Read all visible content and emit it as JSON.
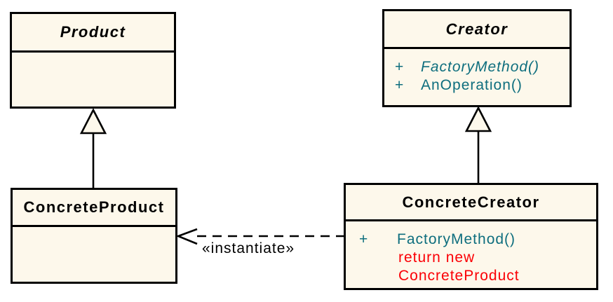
{
  "classes": {
    "product": {
      "name": "Product"
    },
    "creator": {
      "name": "Creator",
      "members": [
        {
          "visibility": "+",
          "text": "FactoryMethod()"
        },
        {
          "visibility": "+",
          "text": "AnOperation()"
        }
      ]
    },
    "concrete_product": {
      "name": "ConcreteProduct"
    },
    "concrete_creator": {
      "name": "ConcreteCreator",
      "members": [
        {
          "visibility": "+",
          "text": "FactoryMethod()"
        },
        {
          "text": "return new"
        },
        {
          "text": "ConcreteProduct"
        }
      ]
    }
  },
  "edges": {
    "instantiate_label": "«instantiate»"
  },
  "colors": {
    "background": "#FFFFFF",
    "box_fill": "#FDF8EB",
    "border": "#000000",
    "title_text": "#000000",
    "operation_text": "#0E6E7E",
    "note_text": "#FB0006"
  }
}
